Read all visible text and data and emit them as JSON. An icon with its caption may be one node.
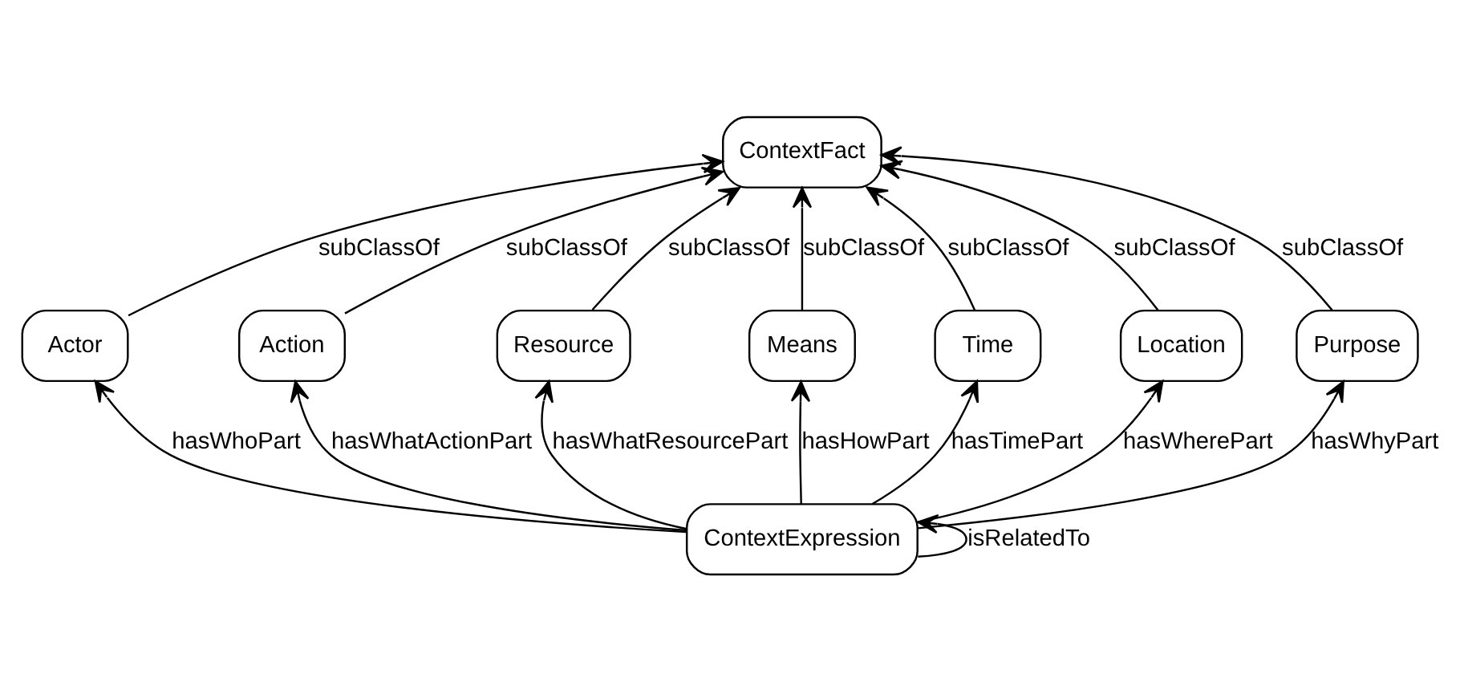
{
  "diagram": {
    "nodes": [
      {
        "text": [
          "ContextFact"
        ]
      },
      {
        "text": [
          "Actor"
        ]
      },
      {
        "text": [
          "Action"
        ]
      },
      {
        "text": [
          "Resource"
        ]
      },
      {
        "text": [
          "Means"
        ]
      },
      {
        "text": [
          "Time"
        ]
      },
      {
        "text": [
          "Location"
        ]
      },
      {
        "text": [
          "Purpose"
        ]
      },
      {
        "text": [
          "ContextExpression"
        ]
      }
    ],
    "edges": [
      {
        "from": 1,
        "to": 0,
        "arrow": "to",
        "label": "subClassOf"
      },
      {
        "from": 2,
        "to": 0,
        "arrow": "to",
        "label": "subClassOf"
      },
      {
        "from": 3,
        "to": 0,
        "arrow": "to",
        "label": "subClassOf"
      },
      {
        "from": 4,
        "to": 0,
        "arrow": "to",
        "label": "subClassOf"
      },
      {
        "from": 5,
        "to": 0,
        "arrow": "to",
        "label": "subClassOf"
      },
      {
        "from": 6,
        "to": 0,
        "arrow": "to",
        "label": "subClassOf"
      },
      {
        "from": 7,
        "to": 0,
        "arrow": "to",
        "label": "subClassOf"
      },
      {
        "from": 8,
        "to": 1,
        "arrow": "to",
        "label": "hasWhoPart"
      },
      {
        "from": 8,
        "to": 2,
        "arrow": "to",
        "label": "hasWhatActionPart"
      },
      {
        "from": 8,
        "to": 3,
        "arrow": "to",
        "label": "hasWhatResourcePart"
      },
      {
        "from": 8,
        "to": 4,
        "arrow": "to",
        "label": "hasHowPart"
      },
      {
        "from": 8,
        "to": 5,
        "arrow": "to",
        "label": "hasTimePart"
      },
      {
        "from": 8,
        "to": 6,
        "arrow": "to",
        "label": "hasWherePart"
      },
      {
        "from": 8,
        "to": 7,
        "arrow": "to",
        "label": "hasWhyPart"
      },
      {
        "from": 8,
        "to": 8,
        "arrow": "to",
        "label": "isRelatedTo"
      }
    ]
  }
}
